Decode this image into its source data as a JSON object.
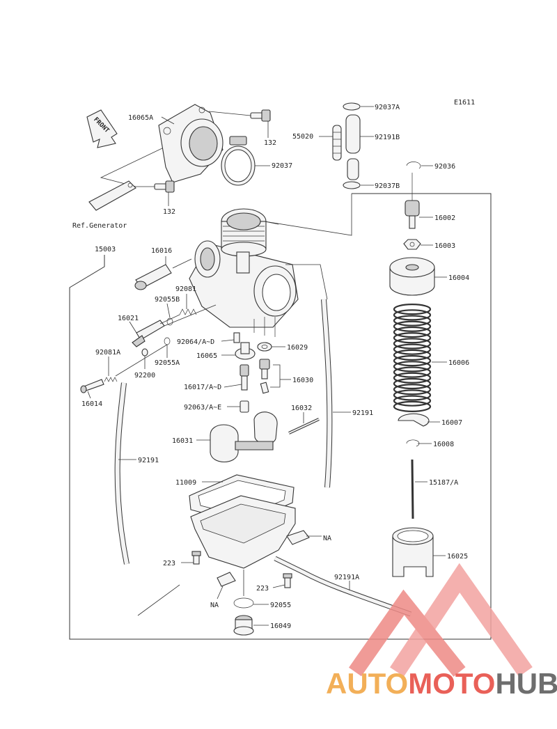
{
  "diagram_code": "E1611",
  "front_label": "FRONT",
  "ref_generator": "Ref.Generator",
  "parts": {
    "p16065A": "16065A",
    "p132a": "132",
    "p132b": "132",
    "p92037": "92037",
    "p92037A": "92037A",
    "p55020": "55020",
    "p92191B": "92191B",
    "p92037B": "92037B",
    "p92036": "92036",
    "p16002": "16002",
    "p16003": "16003",
    "p16004": "16004",
    "p16006": "16006",
    "p16007": "16007",
    "p16008": "16008",
    "p15187A": "15187/A",
    "p16025": "16025",
    "p15003": "15003",
    "p16016": "16016",
    "p92081": "92081",
    "p92055B": "92055B",
    "p16021": "16021",
    "p92064": "92064/A~D",
    "p16029": "16029",
    "p16065": "16065",
    "p92081A": "92081A",
    "p92055A": "92055A",
    "p92200": "92200",
    "p16030": "16030",
    "p16017": "16017/A~D",
    "p16014": "16014",
    "p92063": "92063/A~E",
    "p16032": "16032",
    "p92191a": "92191",
    "p92191b": "92191",
    "p16031": "16031",
    "p11009": "11009",
    "pNA1": "NA",
    "pNA2": "NA",
    "p223a": "223",
    "p223b": "223",
    "p92191A": "92191A",
    "p92055": "92055",
    "p16049": "16049"
  },
  "watermark": {
    "part1": "AUTO",
    "part2": "MOTO",
    "part3": "HUB",
    "color1": "#f0a23c",
    "color2": "#e6453c",
    "color3": "#555555"
  }
}
